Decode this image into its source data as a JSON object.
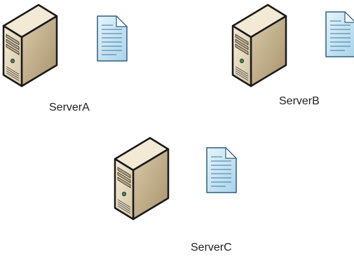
{
  "nodes": [
    {
      "label": "ServerA",
      "server_icon": "server-tower-icon",
      "document_icon": "document-icon"
    },
    {
      "label": "ServerB",
      "server_icon": "server-tower-icon",
      "document_icon": "document-icon"
    },
    {
      "label": "ServerC",
      "server_icon": "server-tower-icon",
      "document_icon": "document-icon"
    }
  ],
  "colors": {
    "server_front": "#e8dcc2",
    "server_side": "#c9b897",
    "server_top": "#f3ead6",
    "server_outline": "#1a1a1a",
    "document_fill": "#cfe7f5",
    "document_outline": "#2f5f80"
  }
}
